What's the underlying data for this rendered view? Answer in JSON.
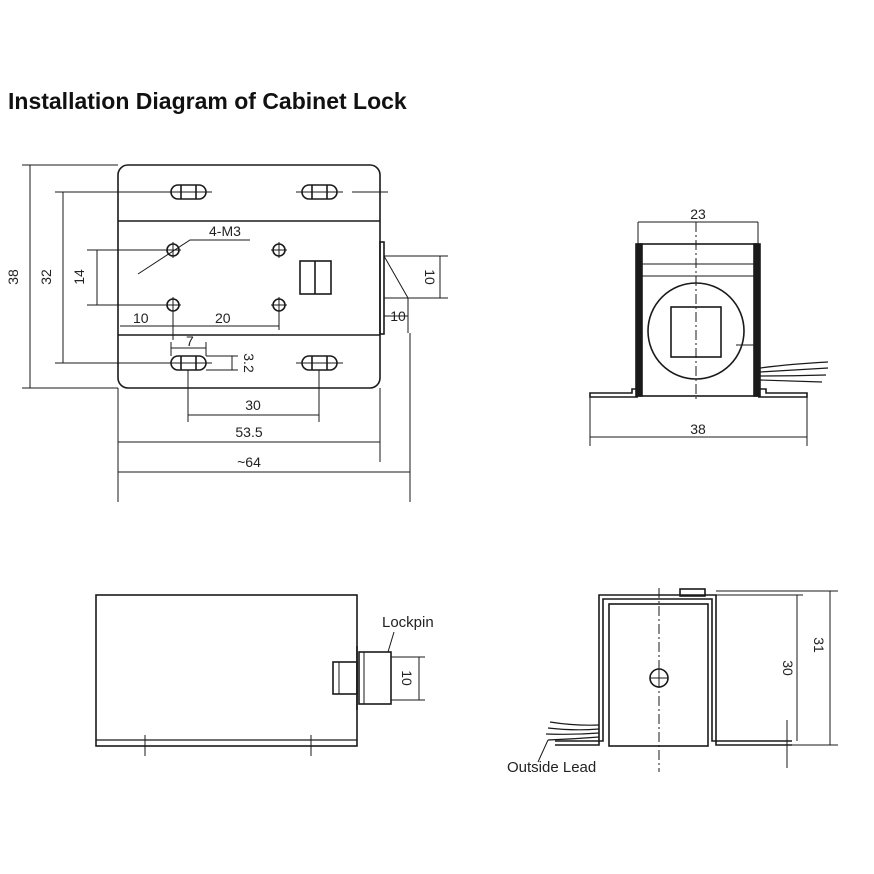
{
  "title": "Installation Diagram of Cabinet Lock",
  "front_view": {
    "screw_label": "4-M3",
    "dims": {
      "height_38": "38",
      "height_32": "32",
      "spacing_14": "14",
      "offset_10": "10",
      "spacing_20": "20",
      "slot_7": "7",
      "slot_3_2": "3.2",
      "slot_spacing_30": "30",
      "body_53_5": "53.5",
      "overall_64": "~64",
      "pin_10_height": "10",
      "pin_10_length": "10"
    }
  },
  "end_view": {
    "dims": {
      "top_23": "23",
      "base_38": "38"
    }
  },
  "side_view": {
    "lockpin_label": "Lockpin",
    "dims": {
      "pin_10": "10"
    }
  },
  "bracket_view": {
    "lead_label": "Outside Lead",
    "dims": {
      "height_31": "31",
      "height_30": "30"
    }
  }
}
